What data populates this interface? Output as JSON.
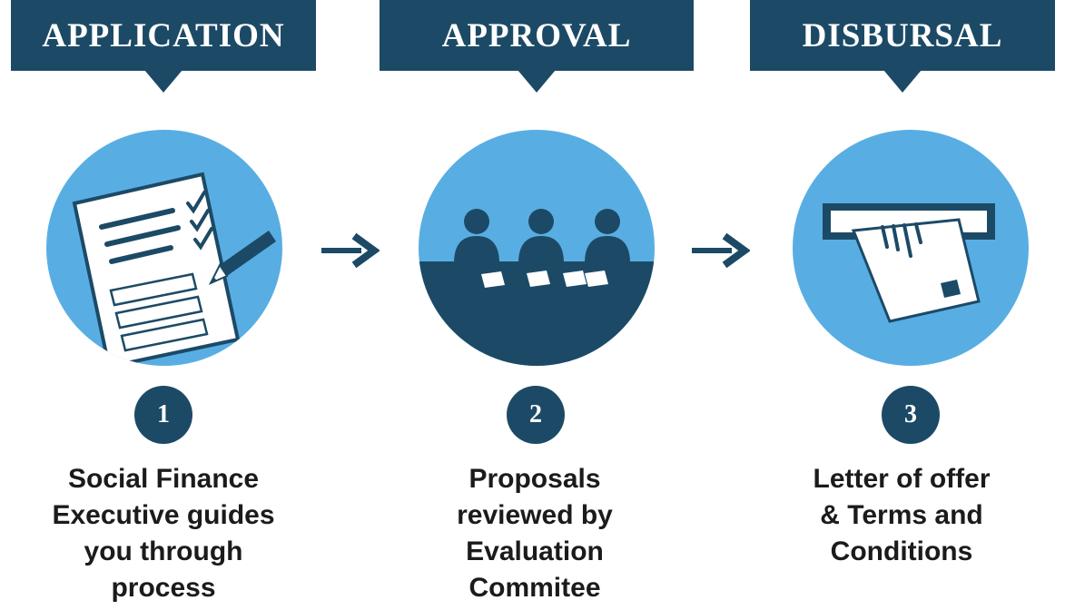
{
  "steps": [
    {
      "title": "APPLICATION",
      "number": "1",
      "caption": [
        "Social Finance",
        "Executive guides",
        "you through",
        "process"
      ],
      "icon": "application-form-icon"
    },
    {
      "title": "APPROVAL",
      "number": "2",
      "caption": [
        "Proposals",
        "reviewed by",
        "Evaluation",
        "Commitee"
      ],
      "icon": "committee-meeting-icon"
    },
    {
      "title": "DISBURSAL",
      "number": "3",
      "caption": [
        "Letter of offer",
        "& Terms and",
        "Conditions"
      ],
      "icon": "letter-slot-icon"
    }
  ],
  "connectors": [
    "arrow-right-icon",
    "arrow-right-icon"
  ],
  "colors": {
    "navy": "#1c4a66",
    "sky_blue": "#58aee3",
    "text": "#1b1b1b",
    "background": "#ffffff"
  }
}
